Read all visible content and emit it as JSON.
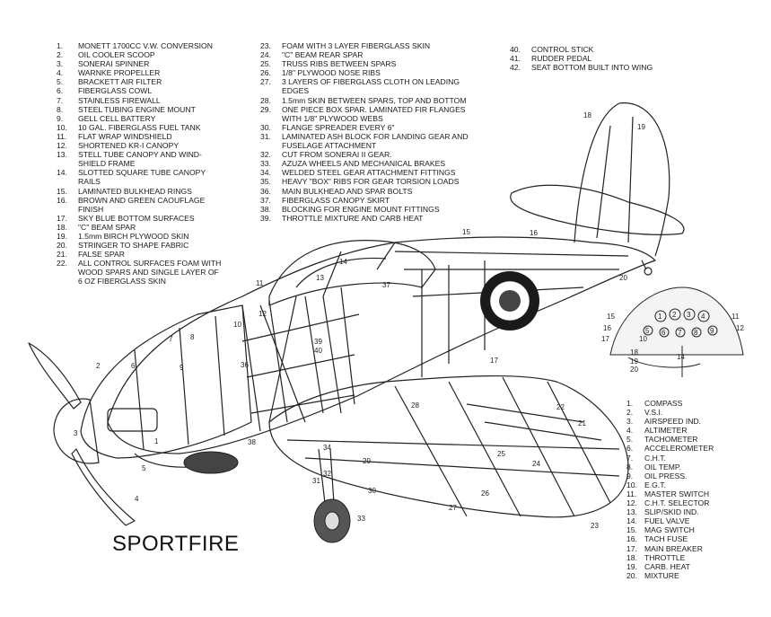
{
  "title": "SPORTFIRE",
  "legend_main": [
    {
      "n": "1.",
      "t": "MONETT 1700CC V.W. CONVERSION"
    },
    {
      "n": "2.",
      "t": "OIL COOLER SCOOP"
    },
    {
      "n": "3.",
      "t": "SONERAI SPINNER"
    },
    {
      "n": "4.",
      "t": "WARNKE PROPELLER"
    },
    {
      "n": "5.",
      "t": "BRACKETT AIR FILTER"
    },
    {
      "n": "6.",
      "t": "FIBERGLASS COWL"
    },
    {
      "n": "7.",
      "t": "STAINLESS FIREWALL"
    },
    {
      "n": "8.",
      "t": "STEEL TUBING ENGINE MOUNT"
    },
    {
      "n": "9.",
      "t": "GELL CELL BATTERY"
    },
    {
      "n": "10.",
      "t": "10 GAL. FIBERGLASS FUEL TANK"
    },
    {
      "n": "11.",
      "t": "FLAT WRAP WINDSHIELD"
    },
    {
      "n": "12.",
      "t": "SHORTENED KR-I CANOPY"
    },
    {
      "n": "13.",
      "t": "STELL TUBE CANOPY AND WIND-"
    },
    {
      "n": "",
      "t": "SHIELD FRAME"
    },
    {
      "n": "14.",
      "t": "SLOTTED SQUARE TUBE CANOPY"
    },
    {
      "n": "",
      "t": "RAILS"
    },
    {
      "n": "15.",
      "t": "LAMINATED BULKHEAD RINGS"
    },
    {
      "n": "16.",
      "t": "BROWN AND GREEN CAOUFLAGE"
    },
    {
      "n": "",
      "t": "FINISH"
    },
    {
      "n": "17.",
      "t": "SKY BLUE BOTTOM SURFACES"
    },
    {
      "n": "18.",
      "t": "\"C\" BEAM SPAR"
    },
    {
      "n": "19.",
      "t": "1.5mm BIRCH PLYWOOD SKIN"
    },
    {
      "n": "20.",
      "t": "STRINGER TO SHAPE FABRIC"
    },
    {
      "n": "21.",
      "t": "FALSE SPAR"
    },
    {
      "n": "22.",
      "t": "ALL CONTROL SURFACES FOAM WITH"
    },
    {
      "n": "",
      "t": "WOOD SPARS AND SINGLE LAYER OF"
    },
    {
      "n": "",
      "t": "6 OZ FIBERGLASS SKIN"
    }
  ],
  "legend_mid": [
    {
      "n": "23.",
      "t": "FOAM WITH 3 LAYER FIBERGLASS SKIN"
    },
    {
      "n": "24.",
      "t": "\"C\" BEAM REAR SPAR"
    },
    {
      "n": "25.",
      "t": "TRUSS RIBS BETWEEN SPARS"
    },
    {
      "n": "26.",
      "t": "1/8\" PLYWOOD NOSE RIBS"
    },
    {
      "n": "27.",
      "t": "3 LAYERS OF FIBERGLASS CLOTH ON LEADING"
    },
    {
      "n": "",
      "t": "EDGES"
    },
    {
      "n": "28.",
      "t": "1.5mm SKIN BETWEEN SPARS, TOP AND BOTTOM"
    },
    {
      "n": "29.",
      "t": "ONE PIECE BOX SPAR. LAMINATED FIR FLANGES"
    },
    {
      "n": "",
      "t": "WITH 1/8\" PLYWOOD WEBS"
    },
    {
      "n": "30.",
      "t": "FLANGE SPREADER EVERY 6\""
    },
    {
      "n": "31.",
      "t": "LAMINATED ASH BLOCK FOR LANDING GEAR AND"
    },
    {
      "n": "",
      "t": "FUSELAGE ATTACHMENT"
    },
    {
      "n": "32.",
      "t": "CUT FROM SONERAI II GEAR."
    },
    {
      "n": "33.",
      "t": "AZUZA WHEELS AND MECHANICAL BRAKES"
    },
    {
      "n": "34.",
      "t": "WELDED STEEL GEAR ATTACHMENT FITTINGS"
    },
    {
      "n": "35.",
      "t": "HEAVY \"BOX\" RIBS FOR GEAR TORSION LOADS"
    },
    {
      "n": "36.",
      "t": "MAIN BULKHEAD AND SPAR BOLTS"
    },
    {
      "n": "37.",
      "t": "FIBERGLASS CANOPY SKIRT"
    },
    {
      "n": "38.",
      "t": "BLOCKING FOR ENGINE MOUNT FITTINGS"
    },
    {
      "n": "39.",
      "t": "THROTTLE MIXTURE AND CARB HEAT"
    }
  ],
  "legend_right": [
    {
      "n": "40.",
      "t": "CONTROL STICK"
    },
    {
      "n": "41.",
      "t": "RUDDER PEDAL"
    },
    {
      "n": "42.",
      "t": "SEAT BOTTOM BUILT INTO WING"
    }
  ],
  "legend_panel": [
    {
      "n": "1.",
      "t": "COMPASS"
    },
    {
      "n": "2.",
      "t": "V.S.I."
    },
    {
      "n": "3.",
      "t": "AIRSPEED IND."
    },
    {
      "n": "4.",
      "t": "ALTIMETER"
    },
    {
      "n": "5.",
      "t": "TACHOMETER"
    },
    {
      "n": "6.",
      "t": "ACCELEROMETER"
    },
    {
      "n": "7.",
      "t": "C.H.T."
    },
    {
      "n": "8.",
      "t": "OIL TEMP."
    },
    {
      "n": "9.",
      "t": "OIL PRESS."
    },
    {
      "n": "10.",
      "t": "E.G.T."
    },
    {
      "n": "11.",
      "t": "MASTER SWITCH"
    },
    {
      "n": "12.",
      "t": "C.H.T. SELECTOR"
    },
    {
      "n": "13.",
      "t": "SLIP/SKID IND."
    },
    {
      "n": "14.",
      "t": "FUEL VALVE"
    },
    {
      "n": "15.",
      "t": "MAG SWITCH"
    },
    {
      "n": "16.",
      "t": "TACH FUSE"
    },
    {
      "n": "17.",
      "t": "MAIN BREAKER"
    },
    {
      "n": "18.",
      "t": "THROTTLE"
    },
    {
      "n": "19.",
      "t": "CARB. HEAT"
    },
    {
      "n": "20.",
      "t": "MIXTURE"
    }
  ],
  "callouts": [
    "1",
    "2",
    "3",
    "4",
    "5",
    "6",
    "7",
    "8",
    "9",
    "10",
    "11",
    "12",
    "13",
    "14",
    "15",
    "16",
    "17",
    "18",
    "19",
    "20",
    "21",
    "22",
    "23",
    "24",
    "25",
    "26",
    "27",
    "28",
    "29",
    "30",
    "31",
    "32",
    "33",
    "34",
    "36",
    "37",
    "38",
    "39",
    "40"
  ],
  "panel_callouts": [
    "1",
    "2",
    "3",
    "4",
    "5",
    "6",
    "7",
    "8",
    "9",
    "10",
    "11",
    "12",
    "14",
    "15",
    "16",
    "17",
    "18",
    "19",
    "20"
  ],
  "roundel_colors": {
    "outer": "#1a1a1a",
    "white": "#ffffff",
    "inner": "#444444"
  },
  "line_color": "#222222"
}
